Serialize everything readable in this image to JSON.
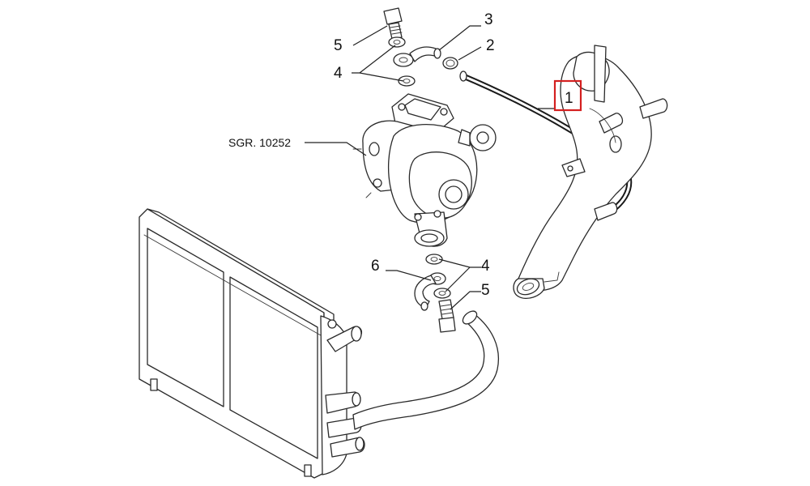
{
  "callouts": {
    "c5_top": "5",
    "c4_top": "4",
    "c3": "3",
    "c2": "2",
    "c1": "1",
    "c6": "6",
    "c4_bottom": "4",
    "c5_bottom": "5"
  },
  "reference": {
    "turbo_ref": "SGR. 10252"
  },
  "colors": {
    "highlight": "#d42020",
    "line": "#222222"
  }
}
